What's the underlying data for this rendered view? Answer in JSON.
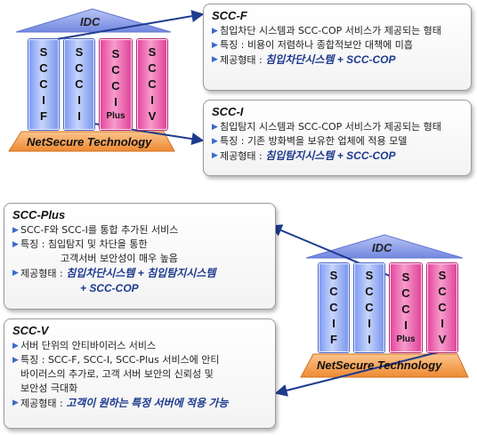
{
  "colors": {
    "roof": "#7f93e8",
    "base": "#f49a48",
    "blue_pillar": "#8fa8f5",
    "pink_pillar": "#ee5fae",
    "arrow": "#1e3c8f",
    "accent_text": "#1d3a8f"
  },
  "top_diagram": {
    "roof": "IDC",
    "base": "NetSecure Technology",
    "pillars": [
      {
        "name": "scc-f",
        "letters": [
          "S",
          "C",
          "C",
          "I",
          "F"
        ],
        "color": "blue"
      },
      {
        "name": "scc-i",
        "letters": [
          "S",
          "C",
          "C",
          "I",
          "I"
        ],
        "color": "blue"
      },
      {
        "name": "scc-plus",
        "letters": [
          "S",
          "C",
          "C",
          "I",
          "Plus"
        ],
        "color": "pink"
      },
      {
        "name": "scc-v",
        "letters": [
          "S",
          "C",
          "C",
          "I",
          "V"
        ],
        "color": "pink"
      }
    ]
  },
  "bottom_diagram": {
    "roof": "IDC",
    "base": "NetSecure Technology",
    "pillars": [
      {
        "name": "scc-f",
        "letters": [
          "S",
          "C",
          "C",
          "I",
          "F"
        ],
        "color": "blue"
      },
      {
        "name": "scc-i",
        "letters": [
          "S",
          "C",
          "C",
          "I",
          "I"
        ],
        "color": "blue"
      },
      {
        "name": "scc-plus",
        "letters": [
          "S",
          "C",
          "C",
          "I",
          "Plus"
        ],
        "color": "pink"
      },
      {
        "name": "scc-v",
        "letters": [
          "S",
          "C",
          "C",
          "I",
          "V"
        ],
        "color": "pink"
      }
    ]
  },
  "boxes": {
    "scc_f": {
      "title": "SCC-F",
      "line1": "침입차단 시스템과 SCC-COP 서비스가 제공되는 형태",
      "line2": "특징 : 비용이 저렴하나 종합적보안 대책에 미흡",
      "offer_label": "제공형태 : ",
      "offer_value": "침입차단시스템 + SCC-COP"
    },
    "scc_i": {
      "title": "SCC-I",
      "line1": "침입탐지 시스템과 SCC-COP 서비스가 제공되는 형태",
      "line2": "특징 : 기존 방화벽을 보유한 업체에 적용 모델",
      "offer_label": "제공형태 : ",
      "offer_value": "침입탐지시스템 + SCC-COP"
    },
    "scc_plus": {
      "title": "SCC-Plus",
      "line1": "SCC-F와 SCC-I를 통합 추가된 서비스",
      "line2": "특징 : 침입탐지 및 차단을 통한",
      "line3": "고객서버 보안성이 매우 높음",
      "offer_label": "제공형태 : ",
      "offer_value1": "침입차단시스템 + 침입탐지시스템",
      "offer_value2": "+ SCC-COP"
    },
    "scc_v": {
      "title": "SCC-V",
      "line1": "서버 단위의 안티바이러스 서비스",
      "line2": "특징 : SCC-F, SCC-I, SCC-Plus 서비스에 안티",
      "line3": "바이러스의 추가로, 고객 서버 보안의 신뢰성 및",
      "line4": "보안성 극대화",
      "offer_label": "제공형태 : ",
      "offer_value": "고객이 원하는 특정 서버에 적용 가능"
    }
  }
}
